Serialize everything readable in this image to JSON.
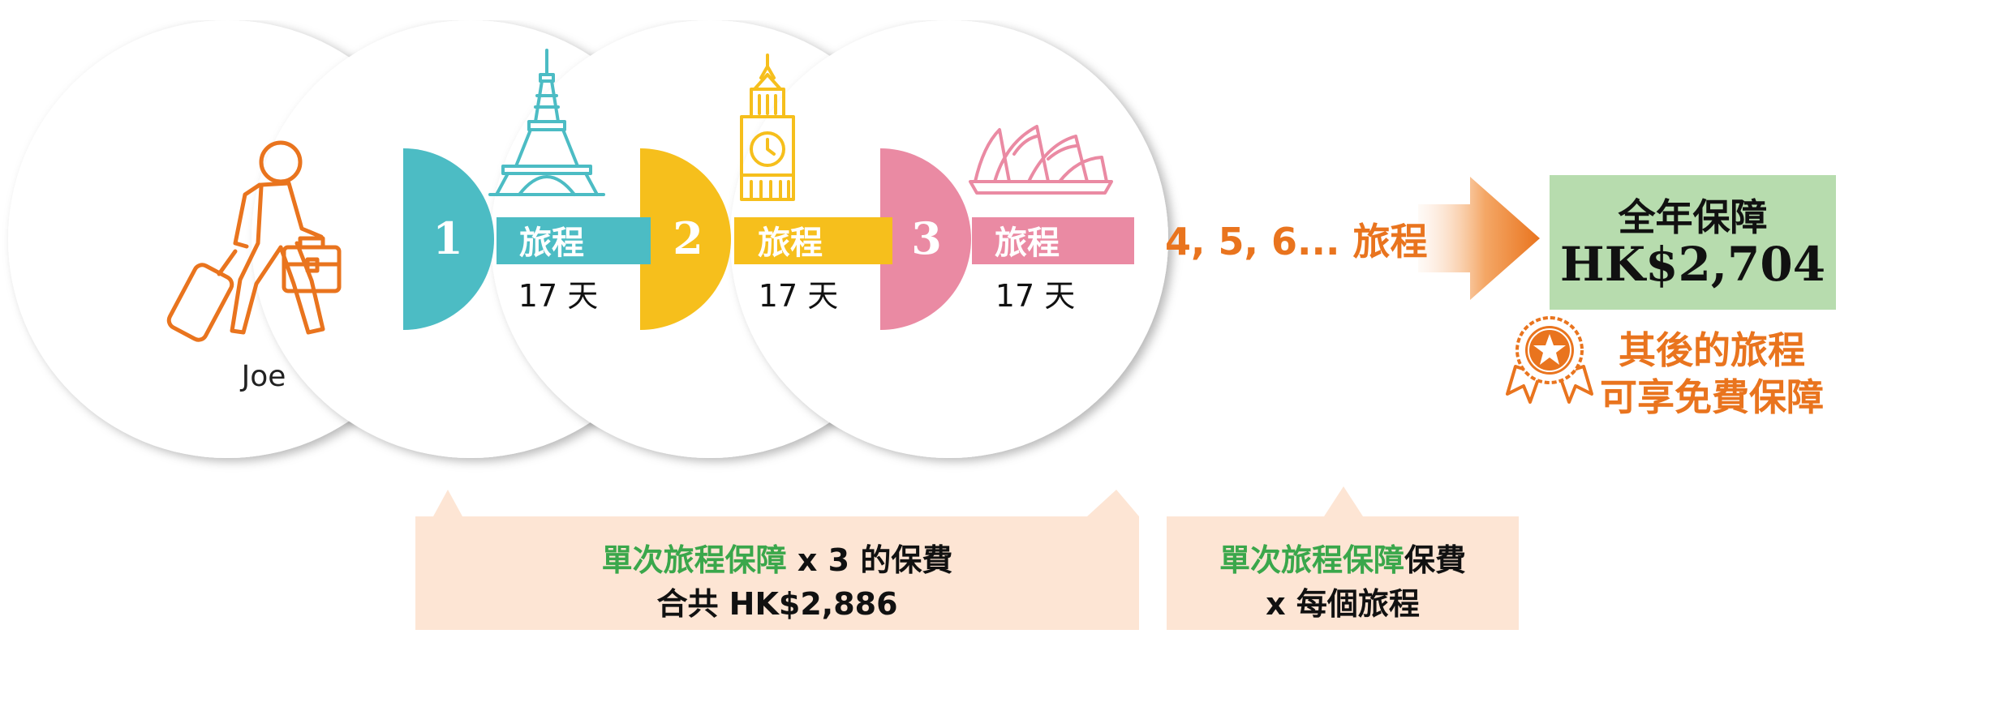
{
  "traveler": {
    "name": "Joe"
  },
  "trips": [
    {
      "number": "1",
      "label": "旅程",
      "days": "17 天",
      "color": "#4cbcc4",
      "landmark": "eiffel-tower"
    },
    {
      "number": "2",
      "label": "旅程",
      "days": "17 天",
      "color": "#f6bf1c",
      "landmark": "big-ben"
    },
    {
      "number": "3",
      "label": "旅程",
      "days": "17 天",
      "color": "#ea8aa3",
      "landmark": "sydney-opera-house"
    }
  ],
  "more_trips": "4, 5, 6... 旅程",
  "annual": {
    "title": "全年保障",
    "price": "HK$2,704"
  },
  "free_coverage": {
    "line1": "其後的旅程",
    "line2": "可享免費保障"
  },
  "callout_single": {
    "line1_green": "單次旅程保障",
    "line1_black": " x 3 的保費",
    "line2": "合共 HK$2,886"
  },
  "callout_each": {
    "line1_green": "單次旅程保障",
    "line1_black": "保費",
    "line2": "x 每個旅程"
  },
  "colors": {
    "orange": "#e9741e",
    "green_box": "#b7dcae",
    "callout_bg": "#fde5d4",
    "green_text": "#3aa74b"
  }
}
